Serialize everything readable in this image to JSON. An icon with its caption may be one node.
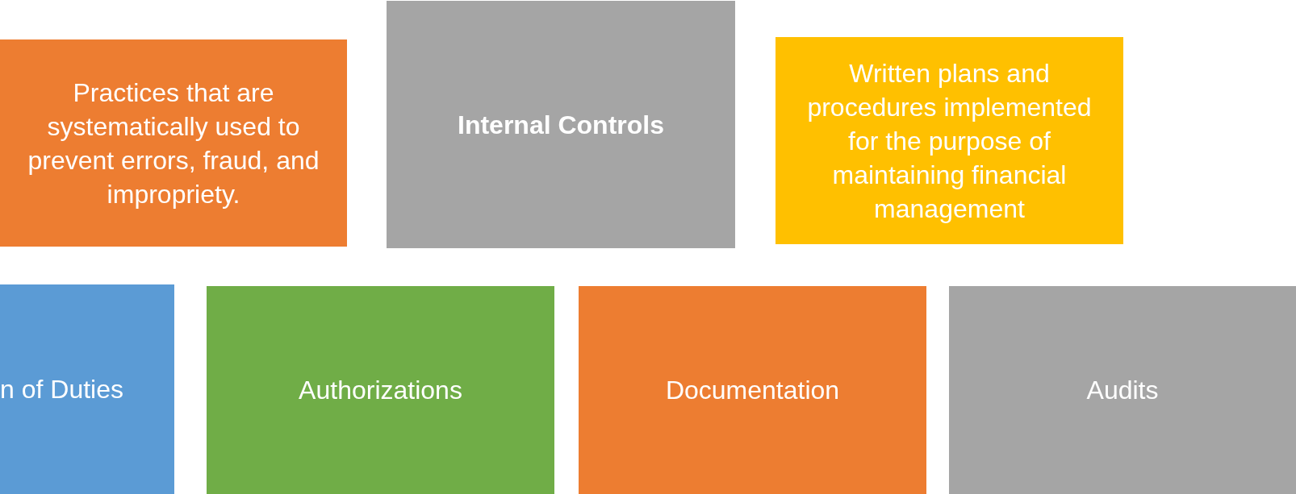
{
  "diagram": {
    "nodes": [
      {
        "text": [
          "Practices that are systematically used to prevent errors, fraud, and impropriety."
        ]
      },
      {
        "text": [
          "Internal Controls"
        ]
      },
      {
        "text": [
          "Written plans and procedures implemented for the purpose of maintaining financial management"
        ]
      },
      {
        "text": [
          "n of Duties"
        ]
      },
      {
        "text": [
          "Authorizations"
        ]
      },
      {
        "text": [
          "Documentation"
        ]
      },
      {
        "text": [
          "Audits"
        ]
      }
    ]
  }
}
